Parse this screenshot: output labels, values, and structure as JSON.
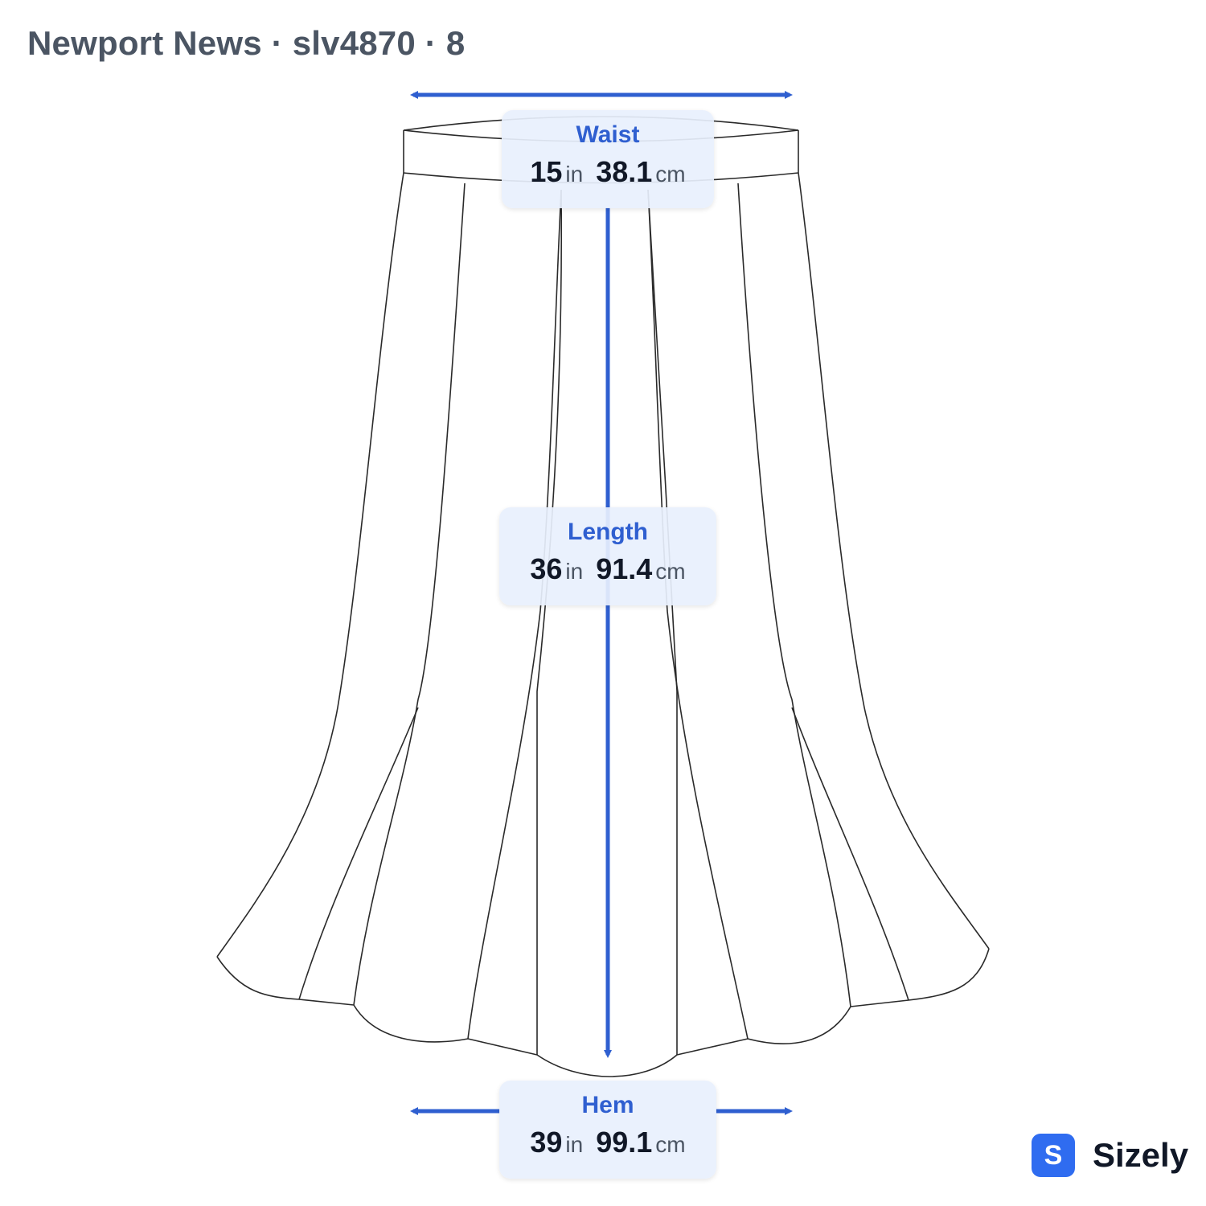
{
  "title": "Newport News · slv4870 · 8",
  "accent_color": "#2f5fd0",
  "garment": "skirt-outline",
  "measurements": {
    "waist": {
      "label": "Waist",
      "in": "15",
      "in_unit": "in",
      "cm": "38.1",
      "cm_unit": "cm"
    },
    "length": {
      "label": "Length",
      "in": "36",
      "in_unit": "in",
      "cm": "91.4",
      "cm_unit": "cm"
    },
    "hem": {
      "label": "Hem",
      "in": "39",
      "in_unit": "in",
      "cm": "99.1",
      "cm_unit": "cm"
    }
  },
  "brand": {
    "logo_letter": "S",
    "name": "Sizely"
  }
}
